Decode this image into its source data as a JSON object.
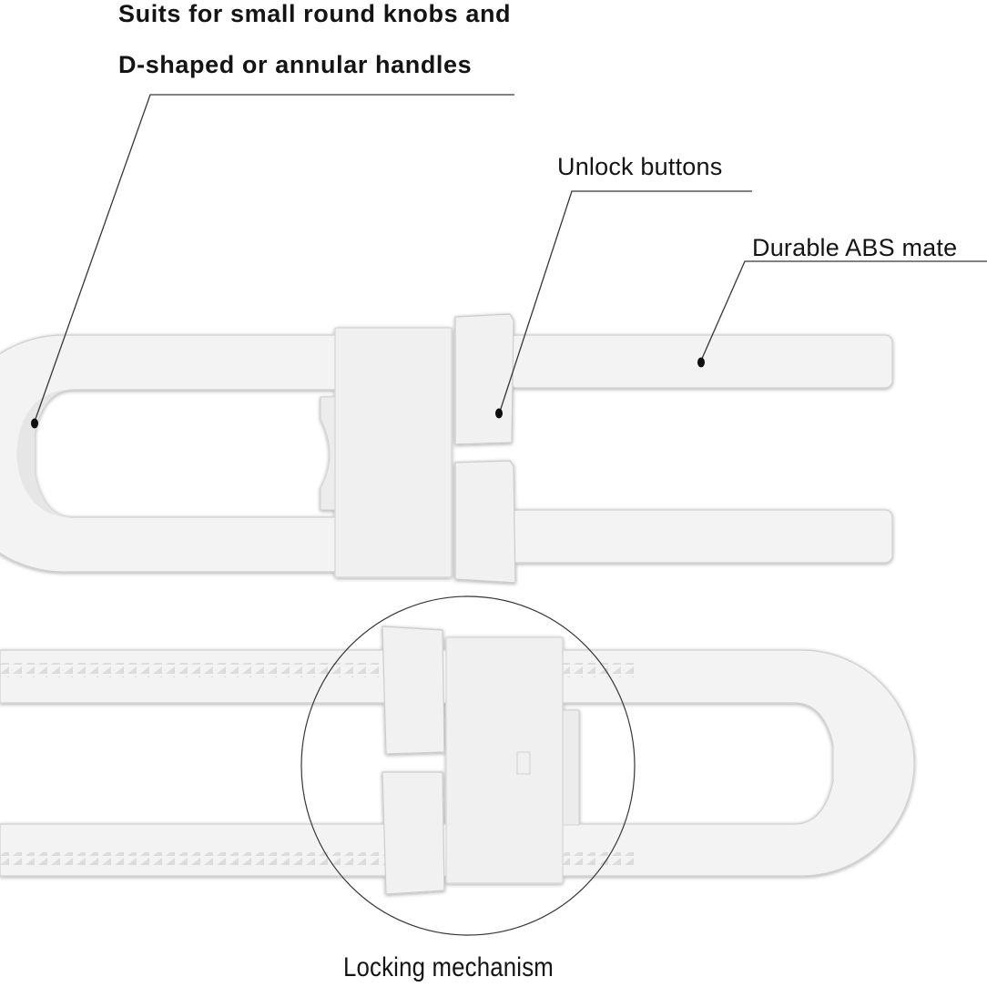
{
  "callouts": {
    "compat_line1": "Suits for small round knobs and",
    "compat_line2": "D-shaped or annular handles",
    "unlock": "Unlock buttons",
    "material": "Durable ABS mate",
    "locking": "Locking mechanism"
  },
  "colors": {
    "background": "#ffffff",
    "plastic": "#f4f4f4",
    "plastic_shadow": "#d8d8d8",
    "text": "#141414",
    "leader_line": "#3a3530"
  }
}
